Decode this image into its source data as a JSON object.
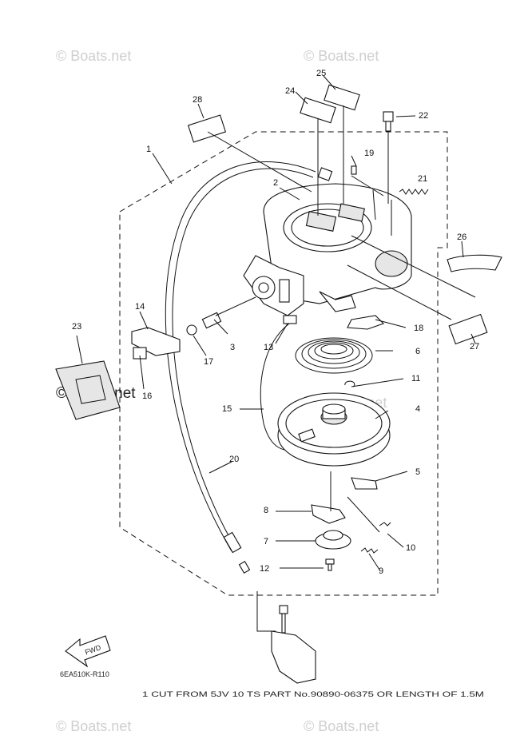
{
  "watermarks": {
    "top_left": "© Boats.net",
    "top_right": "© Boats.net",
    "middle_left": "© Boats.net",
    "middle_right": "© Boats.net",
    "bottom_left": "© Boats.net",
    "bottom_right": "© Boats.net"
  },
  "callouts": {
    "p1": "1",
    "p2": "2",
    "p3": "3",
    "p4": "4",
    "p5": "5",
    "p6": "6",
    "p7": "7",
    "p8": "8",
    "p9": "9",
    "p10": "10",
    "p11": "11",
    "p12": "12",
    "p13": "13",
    "p14": "14",
    "p15": "15",
    "p16": "16",
    "p17": "17",
    "p18": "18",
    "p19": "19",
    "p20": "20",
    "p21": "21",
    "p22": "22",
    "p23": "23",
    "p24": "24",
    "p25": "25",
    "p26": "26",
    "p27": "27",
    "p28": "28"
  },
  "fwd_label": "FWD",
  "diagram_code": "6EA510K-R110",
  "footer_note": "1 CUT FROM 5JV 10 TS PART No.90890-06375 OR LENGTH OF 1.5M"
}
